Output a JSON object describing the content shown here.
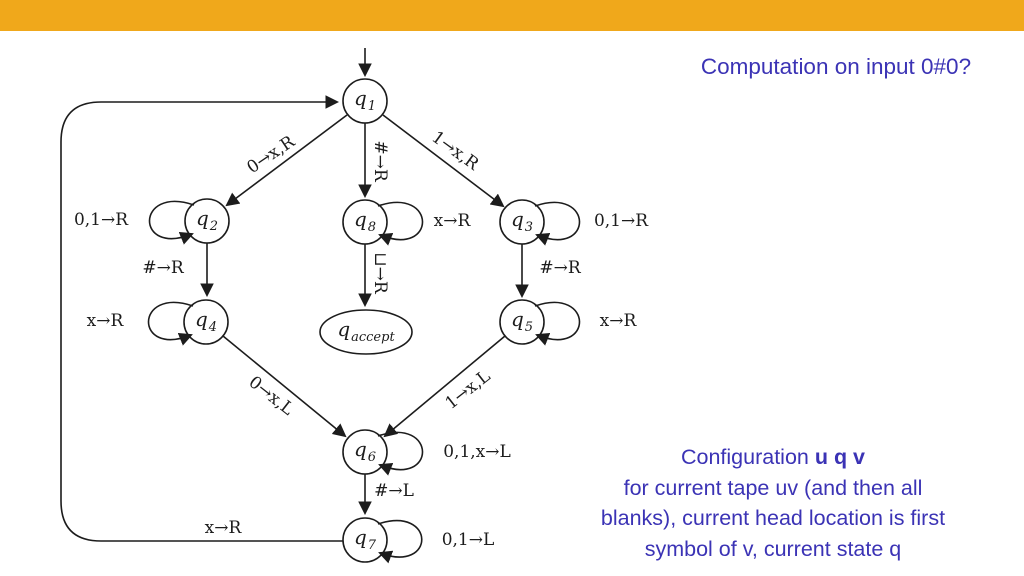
{
  "colors": {
    "bar": "#F0A81B",
    "blue": "#3B33B5",
    "ink": "#1C1C1C",
    "paper": "#FFFFFF"
  },
  "texts": {
    "question": "Computation on input 0#0?",
    "config_line1_prefix": "Configuration",
    "config_line1_bold": "u q v",
    "config_line2": "for current tape uv (and then all",
    "config_line3": "blanks), current head location is first",
    "config_line4": "symbol of v, current state q"
  },
  "diagram": {
    "states": [
      {
        "id": "q1",
        "name": "q",
        "sub": "1"
      },
      {
        "id": "q2",
        "name": "q",
        "sub": "2"
      },
      {
        "id": "q8",
        "name": "q",
        "sub": "8"
      },
      {
        "id": "q3",
        "name": "q",
        "sub": "3"
      },
      {
        "id": "q4",
        "name": "q",
        "sub": "4"
      },
      {
        "id": "q5",
        "name": "q",
        "sub": "5"
      },
      {
        "id": "qaccept",
        "name": "q",
        "sub": "accept"
      },
      {
        "id": "q6",
        "name": "q",
        "sub": "6"
      },
      {
        "id": "q7",
        "name": "q",
        "sub": "7"
      }
    ],
    "edge_labels": [
      {
        "edge": "q1-q2",
        "text": "0→x,R"
      },
      {
        "edge": "q1-q3",
        "text": "1→x,R"
      },
      {
        "edge": "q1-q8",
        "text": "#→R"
      },
      {
        "edge": "q2-self",
        "text": "0,1→R"
      },
      {
        "edge": "q8-self",
        "text": "x→R"
      },
      {
        "edge": "q3-self",
        "text": "0,1→R"
      },
      {
        "edge": "q2-q4",
        "text": "#→R"
      },
      {
        "edge": "q3-q5",
        "text": "#→R"
      },
      {
        "edge": "q8-qaccept",
        "text": "⊔→R"
      },
      {
        "edge": "q4-self",
        "text": "x→R"
      },
      {
        "edge": "q5-self",
        "text": "x→R"
      },
      {
        "edge": "q4-q6",
        "text": "0→x,L"
      },
      {
        "edge": "q5-q6",
        "text": "1→x,L"
      },
      {
        "edge": "q6-self",
        "text": "0,1,x→L"
      },
      {
        "edge": "q6-q7",
        "text": "#→L"
      },
      {
        "edge": "q7-self",
        "text": "0,1→L"
      },
      {
        "edge": "q7-q1",
        "text": "x→R"
      }
    ]
  }
}
